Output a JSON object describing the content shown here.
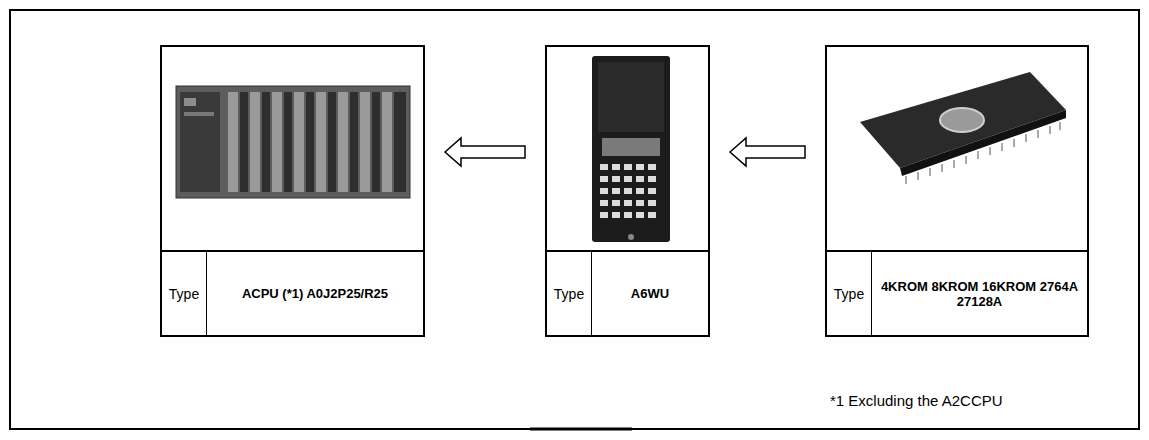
{
  "diagram": {
    "nodes": [
      {
        "text": [
          "Type",
          "ACPU (*1) A0J2P25/R25"
        ]
      },
      {
        "text": [
          "Type",
          "A6WU"
        ]
      },
      {
        "text": [
          "Type",
          "4KROM 8KROM 16KROM 2764A 27128A"
        ]
      }
    ],
    "edges": [
      {
        "from": 2,
        "to": 1,
        "arrow": "to"
      },
      {
        "from": 1,
        "to": 0,
        "arrow": "to"
      }
    ],
    "labels": [
      "*1 Excluding the A2CCPU"
    ]
  }
}
